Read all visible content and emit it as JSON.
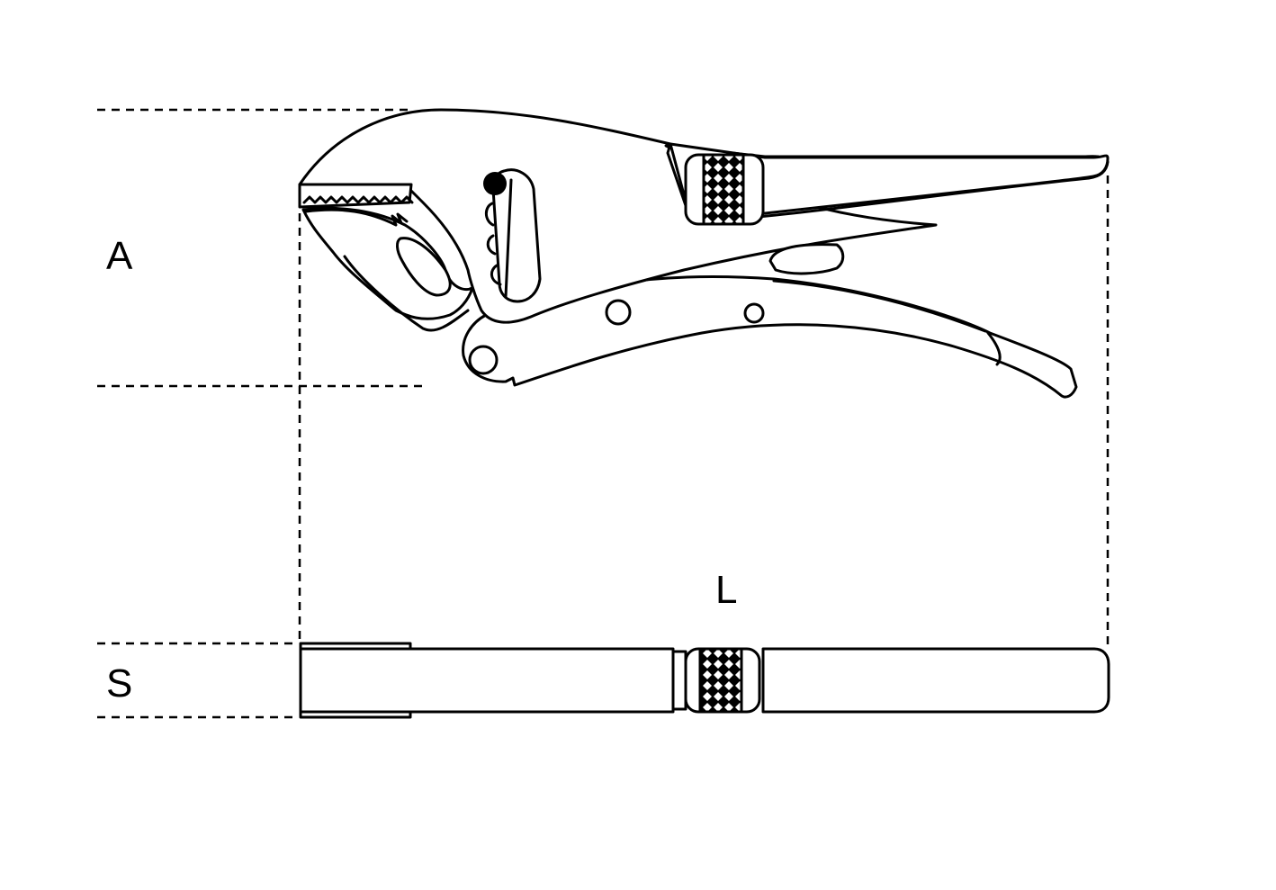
{
  "diagram": {
    "subject": "locking pliers technical drawing",
    "labels": {
      "a": "A",
      "l": "L",
      "s": "S"
    },
    "views": [
      "side-view",
      "top-view"
    ],
    "colors": {
      "line": "#000000",
      "background": "#ffffff"
    }
  }
}
